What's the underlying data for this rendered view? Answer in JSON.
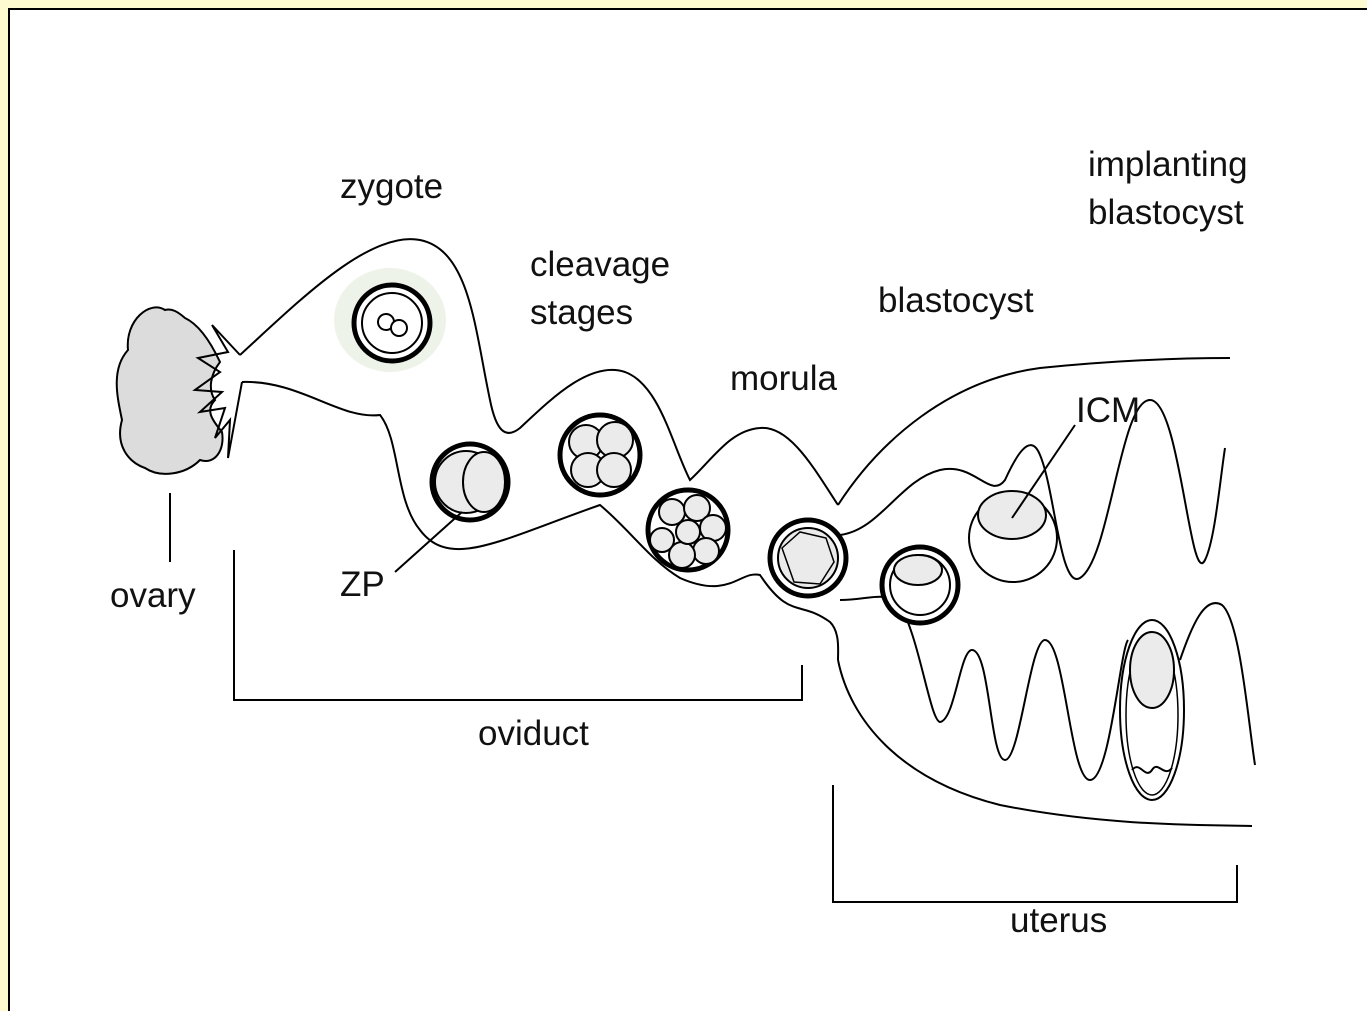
{
  "labels": {
    "zygote": "zygote",
    "cleavage_1": "cleavage",
    "cleavage_2": "stages",
    "implanting_1": "implanting",
    "implanting_2": "blastocyst",
    "blastocyst": "blastocyst",
    "morula": "morula",
    "icm": "ICM",
    "zp": "ZP",
    "ovary": "ovary",
    "oviduct": "oviduct",
    "uterus": "uterus"
  },
  "colors": {
    "background_outer": "#fffbd0",
    "background_inner": "#ffffff",
    "cell_fill": "#ebebeb",
    "outline": "#000000"
  }
}
